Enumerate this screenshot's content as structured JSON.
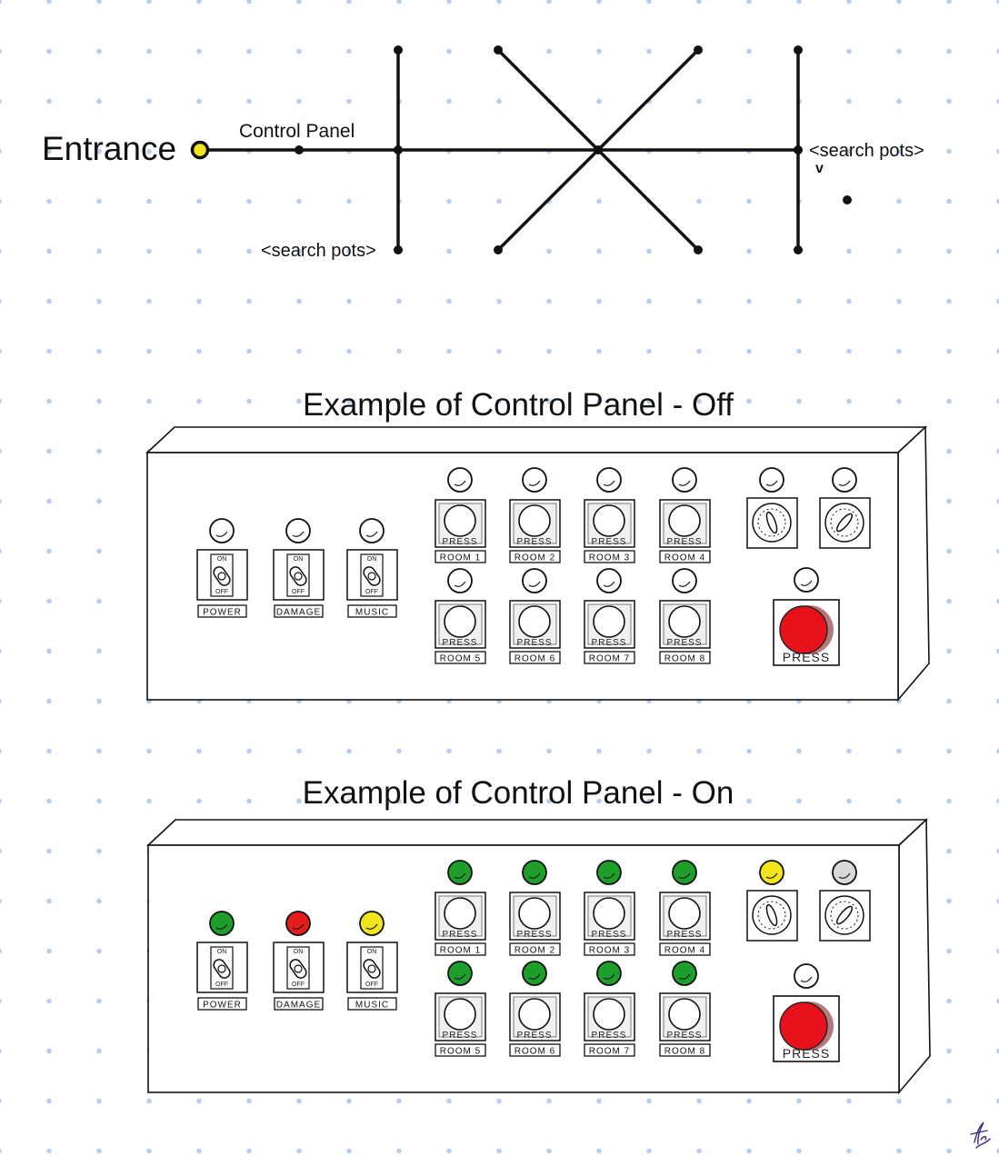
{
  "map": {
    "entrance_label": "Entrance",
    "control_panel_label": "Control Panel",
    "search_pots_left": "<search pots>",
    "search_pots_right": "<search pots>",
    "arrow_glyph": "v",
    "colors": {
      "entrance_node": "#f3e51c",
      "line": "#111111"
    }
  },
  "panels": [
    {
      "title": "Example of Control Panel - Off",
      "toggles": [
        {
          "label": "POWER",
          "on_text": "ON",
          "off_text": "OFF",
          "lamp": "#ffffff"
        },
        {
          "label": "DAMAGE",
          "on_text": "ON",
          "off_text": "OFF",
          "lamp": "#ffffff"
        },
        {
          "label": "MUSIC",
          "on_text": "ON",
          "off_text": "OFF",
          "lamp": "#ffffff"
        }
      ],
      "rooms": [
        {
          "label": "ROOM 1",
          "press": "PRESS",
          "lamp": "#ffffff"
        },
        {
          "label": "ROOM 2",
          "press": "PRESS",
          "lamp": "#ffffff"
        },
        {
          "label": "ROOM 3",
          "press": "PRESS",
          "lamp": "#ffffff"
        },
        {
          "label": "ROOM 4",
          "press": "PRESS",
          "lamp": "#ffffff"
        },
        {
          "label": "ROOM 5",
          "press": "PRESS",
          "lamp": "#ffffff"
        },
        {
          "label": "ROOM 6",
          "press": "PRESS",
          "lamp": "#ffffff"
        },
        {
          "label": "ROOM 7",
          "press": "PRESS",
          "lamp": "#ffffff"
        },
        {
          "label": "ROOM 8",
          "press": "PRESS",
          "lamp": "#ffffff"
        }
      ],
      "dial_lamps": [
        "#ffffff",
        "#ffffff"
      ],
      "big_button": {
        "press": "PRESS",
        "lamp": "#ffffff",
        "color": "#e8121c"
      }
    },
    {
      "title": "Example of Control Panel - On",
      "toggles": [
        {
          "label": "POWER",
          "on_text": "ON",
          "off_text": "OFF",
          "lamp": "#1e9e2b"
        },
        {
          "label": "DAMAGE",
          "on_text": "ON",
          "off_text": "OFF",
          "lamp": "#e51d1d"
        },
        {
          "label": "MUSIC",
          "on_text": "ON",
          "off_text": "OFF",
          "lamp": "#f3e51c"
        }
      ],
      "rooms": [
        {
          "label": "ROOM 1",
          "press": "PRESS",
          "lamp": "#1e9e2b"
        },
        {
          "label": "ROOM 2",
          "press": "PRESS",
          "lamp": "#1e9e2b"
        },
        {
          "label": "ROOM 3",
          "press": "PRESS",
          "lamp": "#1e9e2b"
        },
        {
          "label": "ROOM 4",
          "press": "PRESS",
          "lamp": "#1e9e2b"
        },
        {
          "label": "ROOM 5",
          "press": "PRESS",
          "lamp": "#1e9e2b"
        },
        {
          "label": "ROOM 6",
          "press": "PRESS",
          "lamp": "#1e9e2b"
        },
        {
          "label": "ROOM 7",
          "press": "PRESS",
          "lamp": "#1e9e2b"
        },
        {
          "label": "ROOM 8",
          "press": "PRESS",
          "lamp": "#1e9e2b"
        }
      ],
      "dial_lamps": [
        "#f3e51c",
        "#d9d9d9"
      ],
      "big_button": {
        "press": "PRESS",
        "lamp": "#ffffff",
        "color": "#e8121c"
      }
    }
  ]
}
